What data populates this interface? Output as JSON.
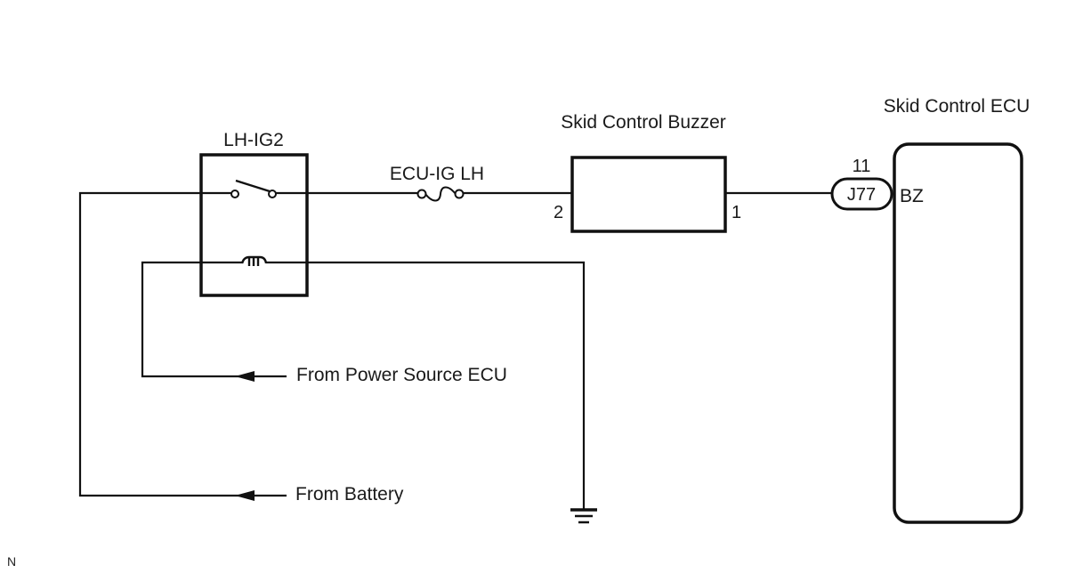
{
  "diagram": {
    "type": "wiring-diagram",
    "components": {
      "relay": {
        "label": "LH-IG2"
      },
      "fuse": {
        "label": "ECU-IG LH"
      },
      "buzzer": {
        "label": "Skid Control Buzzer",
        "pin_left": "2",
        "pin_right": "1"
      },
      "ecu": {
        "label": "Skid Control ECU",
        "connector": "J77",
        "pin_number": "11",
        "terminal": "BZ"
      }
    },
    "inputs": {
      "power_source": "From Power Source ECU",
      "battery": "From Battery"
    },
    "footer_code": "N"
  }
}
